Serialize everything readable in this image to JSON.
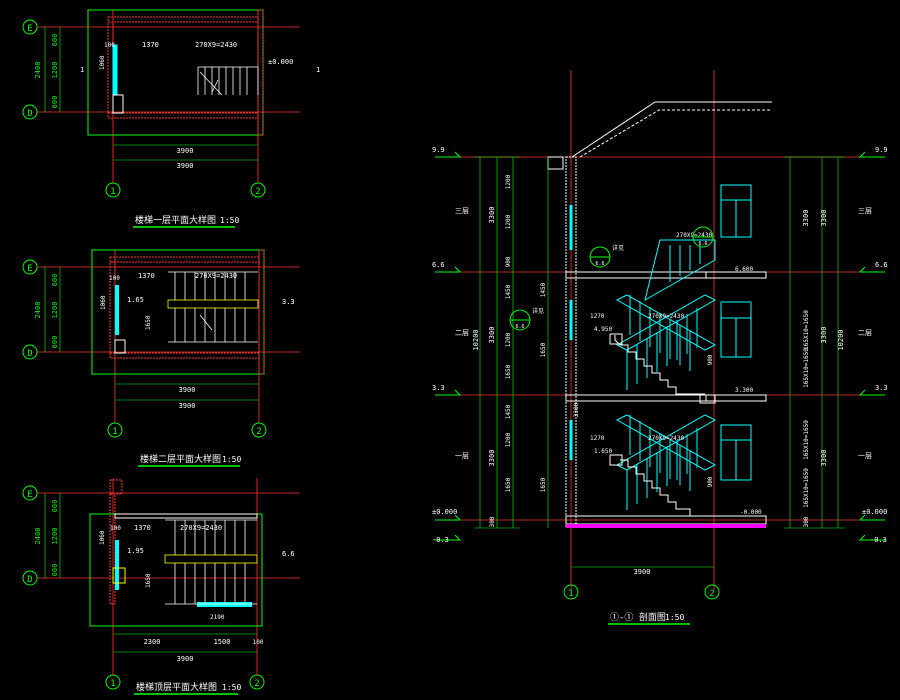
{
  "colors": {
    "background": "#000000",
    "dimension": "#00ff00",
    "wall": "#ff3333",
    "stair": "#00ffff",
    "detail": "#ffffff",
    "fill": "#ff00ff",
    "level_text": "#ffff00"
  },
  "plan1": {
    "axis_top": "E",
    "axis_bottom": "D",
    "axis_left": "1",
    "axis_right": "2",
    "dim_total": "2400",
    "dim_top": "600",
    "dim_mid": "1200",
    "dim_bot": "600",
    "dim_run": "1370",
    "dim_steps": "270X9=2430",
    "dim_100": "100",
    "dim_1060": "1060",
    "level": "±0.000",
    "cut_mark": "1",
    "dim_width_a": "3900",
    "dim_width_b": "3900",
    "title": "楼梯一层平面大样图",
    "scale": "1:50"
  },
  "plan2": {
    "axis_top": "E",
    "axis_bottom": "D",
    "axis_left": "1",
    "axis_right": "2",
    "dim_total": "2400",
    "dim_top": "600",
    "dim_mid": "1200",
    "dim_bot": "600",
    "dim_run": "1370",
    "dim_steps": "270X9=2430",
    "dim_100": "100",
    "dim_1060": "1060",
    "dim_1650": "1650",
    "level_a": "1.65",
    "level_b": "3.3",
    "dim_width_a": "3900",
    "dim_width_b": "3900",
    "title": "楼梯二层平面大样图",
    "scale": "1:50"
  },
  "plan3": {
    "axis_top": "E",
    "axis_bottom": "D",
    "axis_left": "1",
    "axis_right": "2",
    "dim_total": "2400",
    "dim_top": "600",
    "dim_mid": "1200",
    "dim_bot": "600",
    "dim_run": "1370",
    "dim_steps": "270X9=2430",
    "dim_100": "100",
    "dim_1060": "1060",
    "dim_1650": "1650",
    "level_a": "1.95",
    "level_b": "6.6",
    "dim_2190": "2190",
    "dim_seg_a": "2300",
    "dim_seg_b": "1500",
    "dim_seg_c": "100",
    "dim_width": "3900",
    "title": "楼梯顶层平面大样图",
    "scale": "1:50"
  },
  "section": {
    "axis_left": "1",
    "axis_right": "2",
    "lvl_99": "9.9",
    "lvl_66": "6.6",
    "lvl_33": "3.3",
    "lvl_000": "±0.000",
    "lvl_minus": "-0.3",
    "floor3": "三层",
    "floor2": "二层",
    "floor1": "一层",
    "dim_total_h": "10200",
    "dim_3300": "3300",
    "dim_1200": "1200",
    "dim_900": "900",
    "dim_1650": "1650",
    "dim_300": "300",
    "dim_1450": "1450",
    "dim_steps": "270X9=2430",
    "dim_1270": "1270",
    "dim_stair_h": "165X10=1650",
    "dim_width": "3900",
    "level_6600": "6.600",
    "level_3300": "3.300",
    "level_ground": "-0.000",
    "level_4950": "4.950",
    "level_1650": "1.650",
    "ref_a": "详见",
    "ref_b": "6.6",
    "title": "①-① 剖面图",
    "scale": "1:50"
  }
}
